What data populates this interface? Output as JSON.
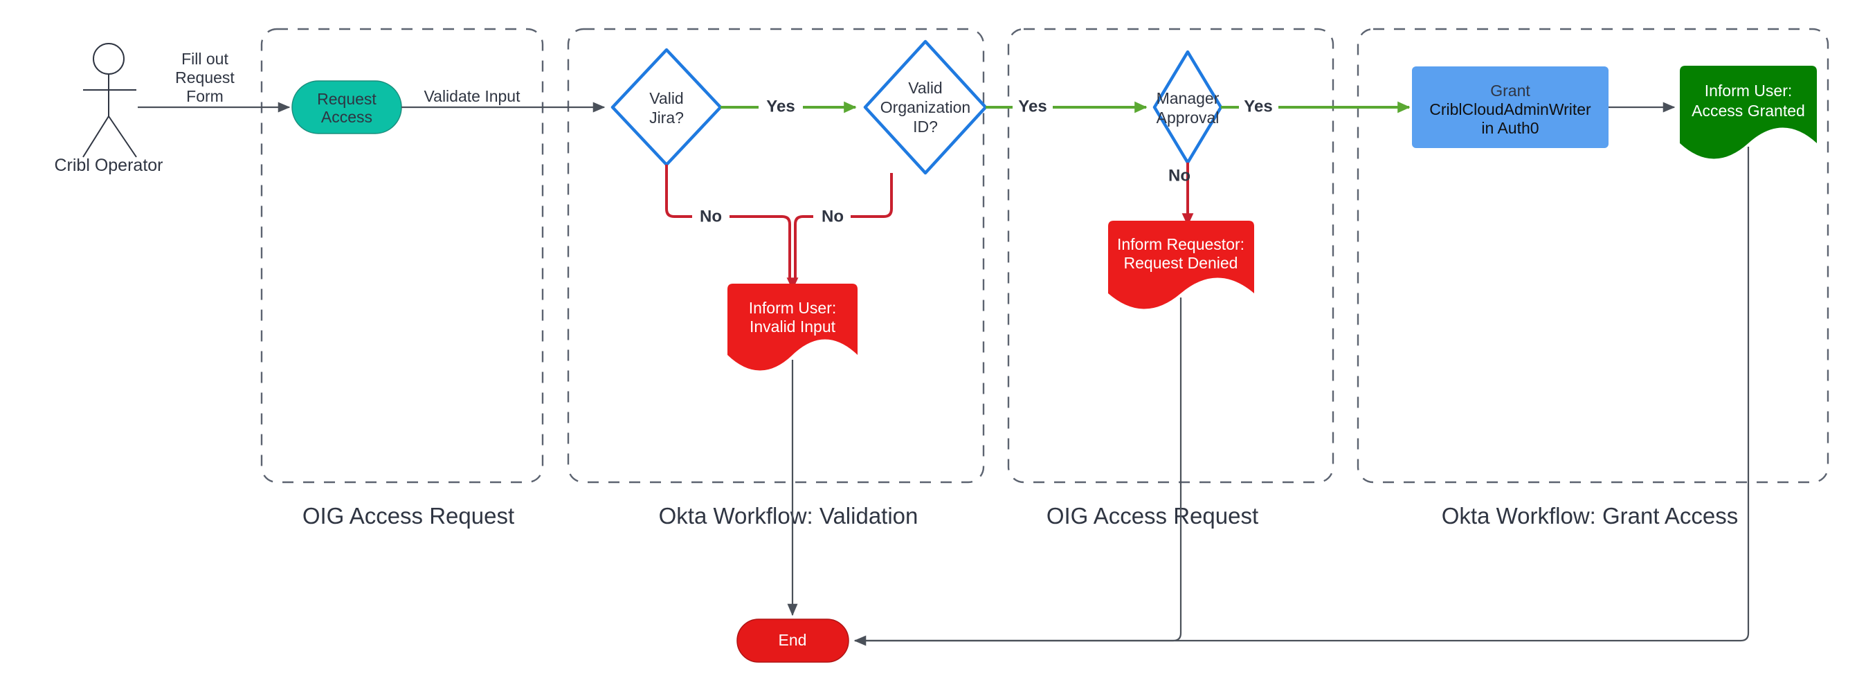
{
  "diagram": {
    "title": "OIG Access Request / Okta Workflow flowchart",
    "colors": {
      "teal": "#0cbfa5",
      "blue_node": "#5aa0f0",
      "diamond_stroke": "#1f7ae0",
      "red": "#eb1c1c",
      "red_pill": "#e51919",
      "green": "#058000",
      "edge_green": "#5aa832",
      "edge_red": "#c8202e",
      "edge_dark": "#4a5059",
      "lane_stroke": "#5c6370",
      "text_dark": "#2f3542"
    },
    "actor": {
      "name": "actor-cribl-operator",
      "label": "Cribl Operator"
    },
    "lanes": [
      {
        "id": "lane-oig-access-request-1",
        "label": "OIG Access Request"
      },
      {
        "id": "lane-okta-workflow-validation",
        "label": "Okta Workflow: Validation"
      },
      {
        "id": "lane-oig-access-request-2",
        "label": "OIG Access Request"
      },
      {
        "id": "lane-okta-workflow-grant-access",
        "label": "Okta Workflow: Grant Access"
      }
    ],
    "nodes": [
      {
        "id": "node-request-access",
        "shape": "pill",
        "color": "teal",
        "lines": [
          "Request",
          "Access"
        ]
      },
      {
        "id": "node-valid-jira",
        "shape": "diamond",
        "color": "blue-outline",
        "lines": [
          "Valid",
          "Jira?"
        ]
      },
      {
        "id": "node-valid-organization-id",
        "shape": "diamond",
        "color": "blue-outline",
        "lines": [
          "Valid",
          "Organization",
          "ID?"
        ]
      },
      {
        "id": "node-inform-user-invalid-input",
        "shape": "document",
        "color": "red",
        "lines": [
          "Inform User:",
          "Invalid Input"
        ]
      },
      {
        "id": "node-manager-approval",
        "shape": "diamond",
        "color": "blue-outline",
        "lines": [
          "Manager",
          "Approval"
        ]
      },
      {
        "id": "node-inform-requestor-request-denied",
        "shape": "document",
        "color": "red",
        "lines": [
          "Inform Requestor:",
          "Request Denied"
        ]
      },
      {
        "id": "node-grant-criblcloudadminwriter",
        "shape": "rect",
        "color": "blue",
        "lines": [
          "Grant",
          "CriblCloudAdminWriter",
          "in Auth0"
        ]
      },
      {
        "id": "node-inform-user-access-granted",
        "shape": "document",
        "color": "green",
        "lines": [
          "Inform User:",
          "Access Granted"
        ]
      },
      {
        "id": "node-end",
        "shape": "pill",
        "color": "red",
        "lines": [
          "End"
        ]
      }
    ],
    "edges": [
      {
        "id": "edge-actor-to-request-access",
        "label_lines": [
          "Fill out",
          "Request",
          "Form"
        ],
        "color": "dark"
      },
      {
        "id": "edge-request-access-to-valid-jira",
        "label_lines": [
          "Validate Input"
        ],
        "color": "dark"
      },
      {
        "id": "edge-valid-jira-yes",
        "label_lines": [
          "Yes"
        ],
        "color": "green"
      },
      {
        "id": "edge-valid-jira-no",
        "label_lines": [
          "No"
        ],
        "color": "red"
      },
      {
        "id": "edge-valid-organization-id-yes",
        "label_lines": [
          "Yes"
        ],
        "color": "green"
      },
      {
        "id": "edge-valid-organization-id-no",
        "label_lines": [
          "No"
        ],
        "color": "red"
      },
      {
        "id": "edge-manager-approval-yes",
        "label_lines": [
          "Yes"
        ],
        "color": "green"
      },
      {
        "id": "edge-manager-approval-no",
        "label_lines": [
          "No"
        ],
        "color": "red"
      },
      {
        "id": "edge-invalid-input-to-end",
        "label_lines": [],
        "color": "dark"
      },
      {
        "id": "edge-request-denied-to-end",
        "label_lines": [],
        "color": "dark"
      },
      {
        "id": "edge-access-granted-to-end",
        "label_lines": [],
        "color": "dark"
      }
    ],
    "text": {
      "actor_label": "Cribl Operator",
      "fill_out_1": "Fill out",
      "fill_out_2": "Request",
      "fill_out_3": "Form",
      "validate_input": "Validate Input",
      "request_access_1": "Request",
      "request_access_2": "Access",
      "valid_jira_1": "Valid",
      "valid_jira_2": "Jira?",
      "valid_org_1": "Valid",
      "valid_org_2": "Organization",
      "valid_org_3": "ID?",
      "yes_1": "Yes",
      "yes_2": "Yes",
      "yes_3": "Yes",
      "no_1": "No",
      "no_2": "No",
      "no_3": "No",
      "invalid_input_1": "Inform User:",
      "invalid_input_2": "Invalid Input",
      "manager_approval_1": "Manager",
      "manager_approval_2": "Approval",
      "request_denied_1": "Inform Requestor:",
      "request_denied_2": "Request Denied",
      "grant_1": "Grant",
      "grant_2": "CriblCloudAdminWriter",
      "grant_3": "in Auth0",
      "access_granted_1": "Inform User:",
      "access_granted_2": "Access Granted",
      "end": "End",
      "lane_1": "OIG Access Request",
      "lane_2": "Okta Workflow: Validation",
      "lane_3": "OIG Access Request",
      "lane_4": "Okta Workflow: Grant Access"
    }
  }
}
